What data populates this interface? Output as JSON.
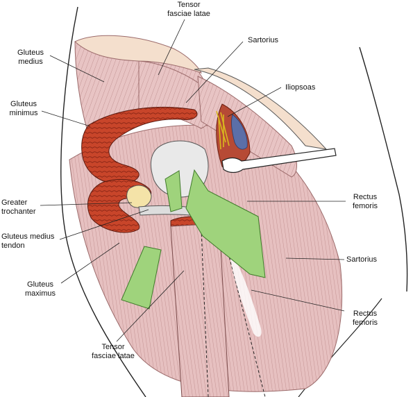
{
  "labels": {
    "tfl_top": "Tensor\nfasciae latae",
    "sartorius_top": "Sartorius",
    "iliopsoas": "Iliopsoas",
    "gluteus_medius": "Gluteus\nmedius",
    "gluteus_minimus": "Gluteus\nminimus",
    "greater_trochanter": "Greater\ntrochanter",
    "gluteus_medius_tendon": "Gluteus medius\ntendon",
    "gluteus_maximus": "Gluteus\nmaximus",
    "tfl_bottom": "Tensor\nfasciae latae",
    "rectus_femoris_top": "Rectus\nfemoris",
    "sartorius_right": "Sartorius",
    "rectus_femoris_bottom": "Rectus\nfemoris"
  },
  "colors": {
    "muscle": "#e8c4c4",
    "muscle_stroke": "#b07a7a",
    "cut_muscle": "#c8452a",
    "fascia": "#f3dccb",
    "arrow": "#9fd37c",
    "tendon": "#d9d9d9",
    "nerve": "#f0d64a",
    "vessel": "#5b6fa8",
    "retractor": "#ffffff",
    "leader": "#222222"
  },
  "icons": [
    "green-arrow-icon",
    "retractor-icon"
  ]
}
